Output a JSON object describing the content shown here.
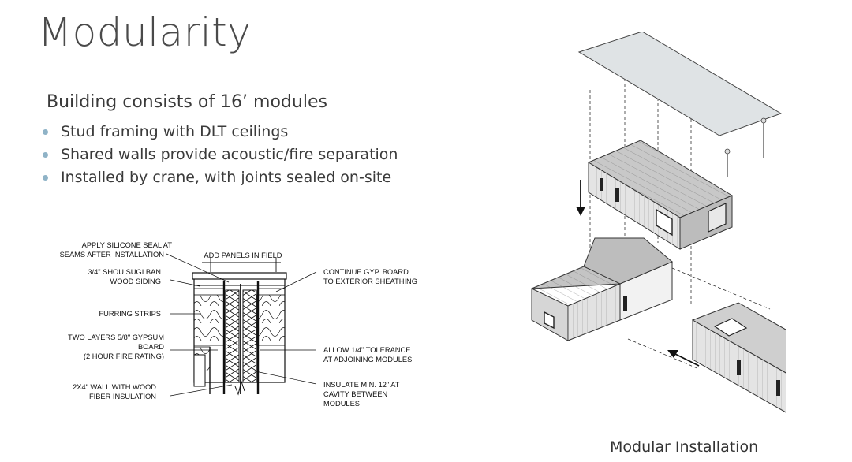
{
  "slide": {
    "title": "Modularity",
    "subtitle": "Building consists of 16’ modules",
    "bullets": [
      "Stud framing with DLT ceilings",
      "Shared walls provide acoustic/fire separation",
      "Installed by crane, with joints sealed on-site"
    ],
    "bullet_color": "#8fb3c7"
  },
  "detail": {
    "labels": {
      "silicone_1": "APPLY SILICONE SEAL AT",
      "silicone_2": "SEAMS AFTER INSTALLATION",
      "panels": "ADD PANELS IN FIELD",
      "siding_1": "3/4\" SHOU SUGI BAN",
      "siding_2": "WOOD SIDING",
      "furring": "FURRING STRIPS",
      "gypsum_1": "TWO LAYERS 5/8\" GYPSUM",
      "gypsum_2": "BOARD",
      "gypsum_3": "(2 HOUR FIRE RATING)",
      "wall_1": "2X4\" WALL WITH WOOD",
      "wall_2": "FIBER INSULATION",
      "continue_1": "CONTINUE GYP. BOARD",
      "continue_2": "TO EXTERIOR SHEATHING",
      "tolerance_1": "ALLOW 1/4\" TOLERANCE",
      "tolerance_2": "AT ADJOINING MODULES",
      "insulate_1": "INSULATE MIN. 12\" AT",
      "insulate_2": "CAVITY BETWEEN",
      "insulate_3": "MODULES"
    }
  },
  "illustration": {
    "caption": "Modular Installation"
  }
}
